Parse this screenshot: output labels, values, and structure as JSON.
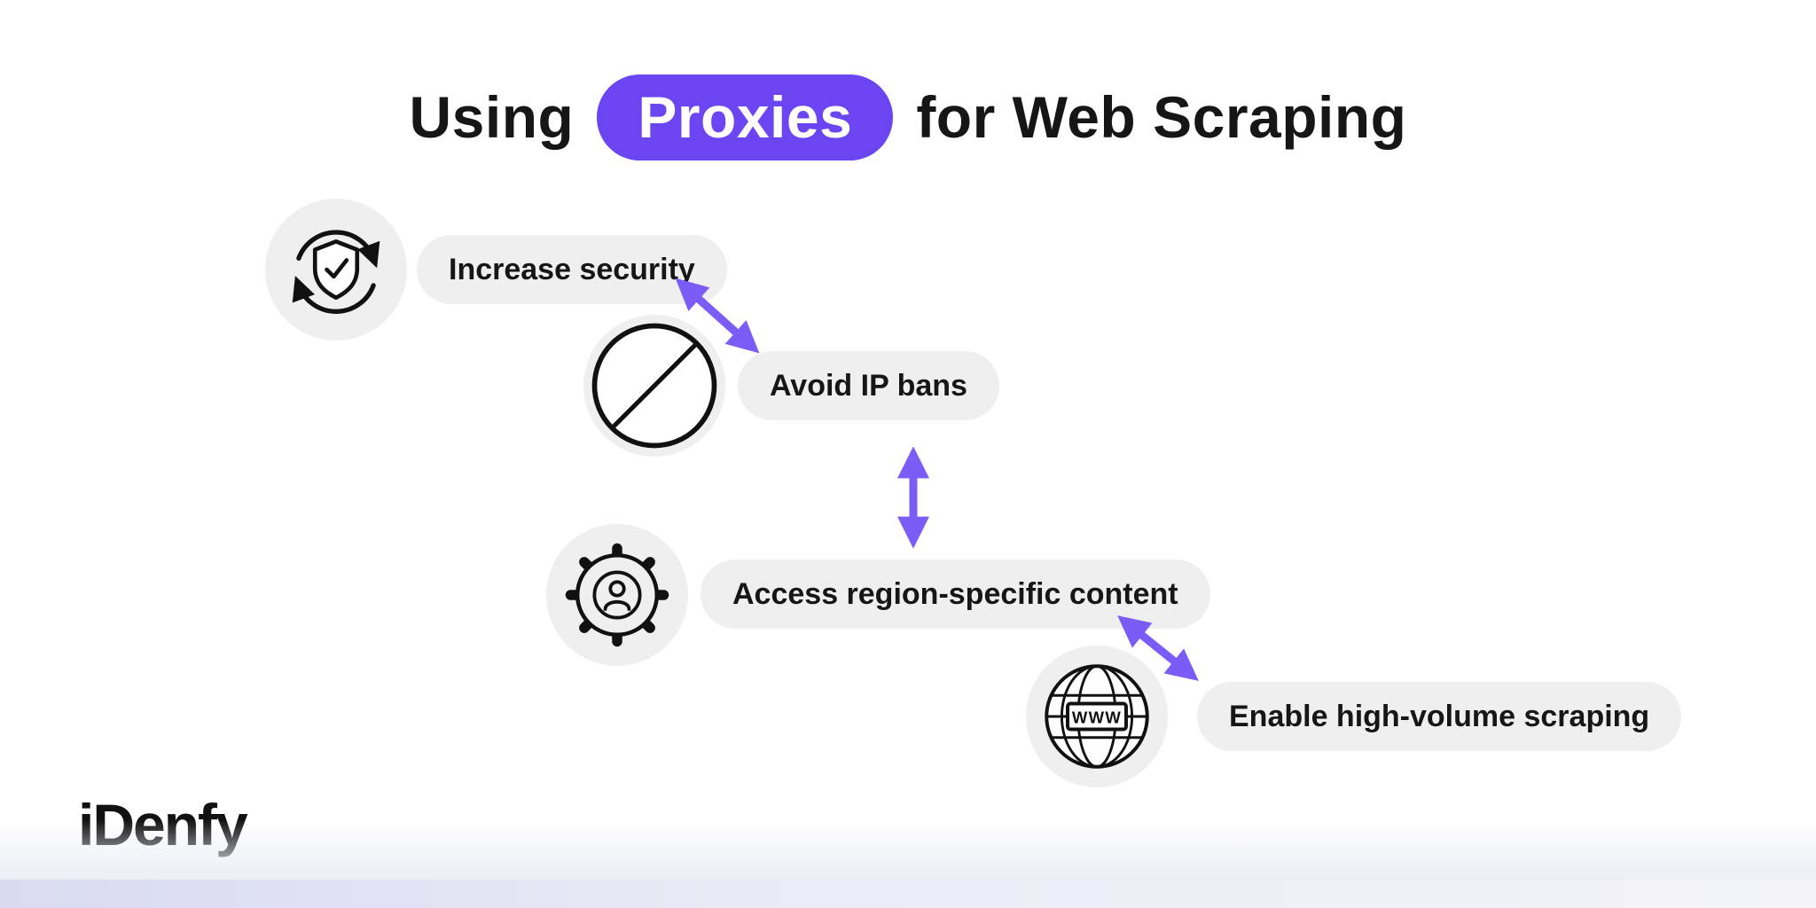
{
  "colors": {
    "accent": "#6C45F3",
    "on-accent": "#FFFFFF",
    "arrow": "#7B5CF7",
    "pill": "#EFEFEF",
    "ink": "#161616",
    "band-left": "#D9DAF2",
    "band-right": "#F3F3F9"
  },
  "title": {
    "pre": "Using",
    "highlight": "Proxies",
    "post": "for Web Scraping"
  },
  "steps": [
    {
      "label": "Increase security",
      "icon": "shield-refresh-icon"
    },
    {
      "label": "Avoid IP bans",
      "icon": "blocked-circle-icon"
    },
    {
      "label": "Access region-specific content",
      "icon": "gear-user-icon"
    },
    {
      "label": "Enable high-volume scraping",
      "icon": "globe-www-icon"
    }
  ],
  "globe": {
    "text": "WWW"
  },
  "logo": {
    "text": "iDenfy"
  }
}
